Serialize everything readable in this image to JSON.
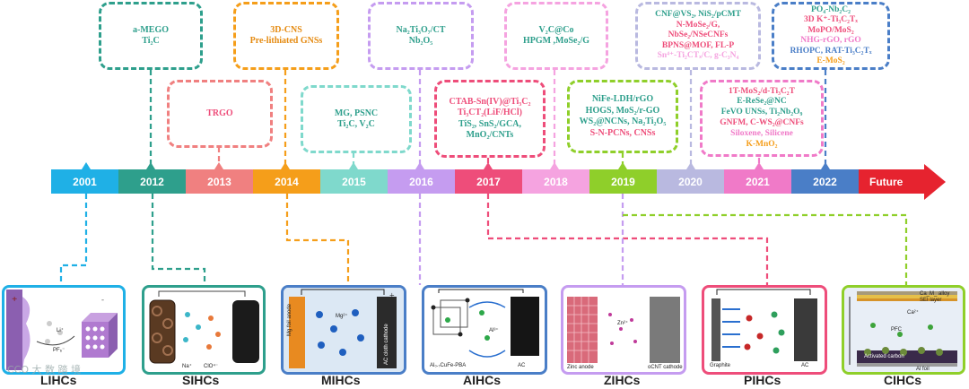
{
  "timeline": {
    "years": [
      "2001",
      "2012",
      "2013",
      "2014",
      "2015",
      "2016",
      "2017",
      "2018",
      "2019",
      "2020",
      "2021",
      "2022"
    ],
    "future_label": "Future"
  },
  "boxes": {
    "b2012": [
      "a-MEGO",
      "Ti₂C"
    ],
    "b2013": [
      "TRGO"
    ],
    "b2014": [
      "3D-CNS",
      "Pre-lithiated GNSs"
    ],
    "b2015": [
      "MG, PSNC",
      "Ti₂C, V₂C"
    ],
    "b2016": [
      "Na₂Ti₃O₇/CT",
      "Nb₂O₅"
    ],
    "b2017": [
      "CTAB-Sn(IV)@Ti₃C₂",
      "Ti₃CT₂(LiF/HCl)",
      "TiS₂, SnS₂/GCA,",
      "MnO₂/CNTs"
    ],
    "b2018": [
      "V₂C@Co",
      "HPGM ,MoSe₂/G"
    ],
    "b2019": [
      "NiFe-LDH/rGO",
      "HOGS, MoS₂/r-GO",
      "WS₂@NCNs, Na₂Ti₂O₅",
      "S-N-PCNs, CNSs"
    ],
    "b2020": [
      "CNF@VS₂, NiS₂/pCMT",
      "N-MoSe₂/G,",
      "NbSe₂/NSeCNFs",
      "BPNS@MOF, FL-P",
      "Sn⁴⁺-Ti₂CTₓ/C, g-C₃N₄"
    ],
    "b2021": [
      "1T-MoS₂/d-Ti₃C₂T",
      "E-ReSe₂@NC",
      "FeVO UNSs, Ti₂Nb₂O₉",
      "GNFM, C-WS₂@CNFs",
      "Siloxene, Silicene",
      "K-MnO₂"
    ],
    "b2022": [
      "PO₄-Nb₂C₂",
      "3D K⁺-Ti₃C₂Tₓ",
      "MoPO/MoS₂",
      "NHG-rGO, rGO",
      "RHOPC, RAT-Ti₃C₂Tₓ",
      "E-MoS₂"
    ]
  },
  "devices": [
    "LIHCs",
    "SIHCs",
    "MIHCs",
    "AIHCs",
    "ZIHCs",
    "PIHCs",
    "CIHCs"
  ],
  "card_labels": {
    "sihc_na": "Na⁺",
    "sihc_clo": "ClO⁴⁻",
    "mihc_anode": "Mg foil anode",
    "mihc_cathode": "AC cloth cathode",
    "mihc_ion": "Mg²⁺",
    "aihc_left": "Al₀.₇CuFe-PBA",
    "aihc_right": "AC",
    "aihc_ion": "Al³⁺",
    "zihc_left": "Zinc anode",
    "zihc_right": "oCNT cathode",
    "zihc_ion": "Zn²⁺",
    "pihc_left": "Graphite",
    "pihc_right": "AC",
    "cihc_top1": "Ca_M_ alloy",
    "cihc_top2": "SEI layer",
    "cihc_ion": "Ca²⁺",
    "cihc_mid": "PFC",
    "cihc_bot": "Activated carbon",
    "cihc_foil": "Al foil",
    "lihc_ion": "Li⁺",
    "lihc_pf": "PF₆⁻"
  },
  "watermark": "CCO 大 数 踏 境",
  "colors": {
    "c2001": "#1fb0e6",
    "c2012": "#2e9f8c",
    "c2013": "#f08080",
    "c2014": "#f59e1a",
    "c2015": "#7fd9cc",
    "c2016": "#c59cf0",
    "c2017": "#ee4d7a",
    "c2018": "#f5a3e0",
    "c2019": "#8fcf2a",
    "c2020": "#b9b9e0",
    "c2021": "#f07ac8",
    "c2022": "#4a7ec7",
    "future": "#e6232f"
  }
}
